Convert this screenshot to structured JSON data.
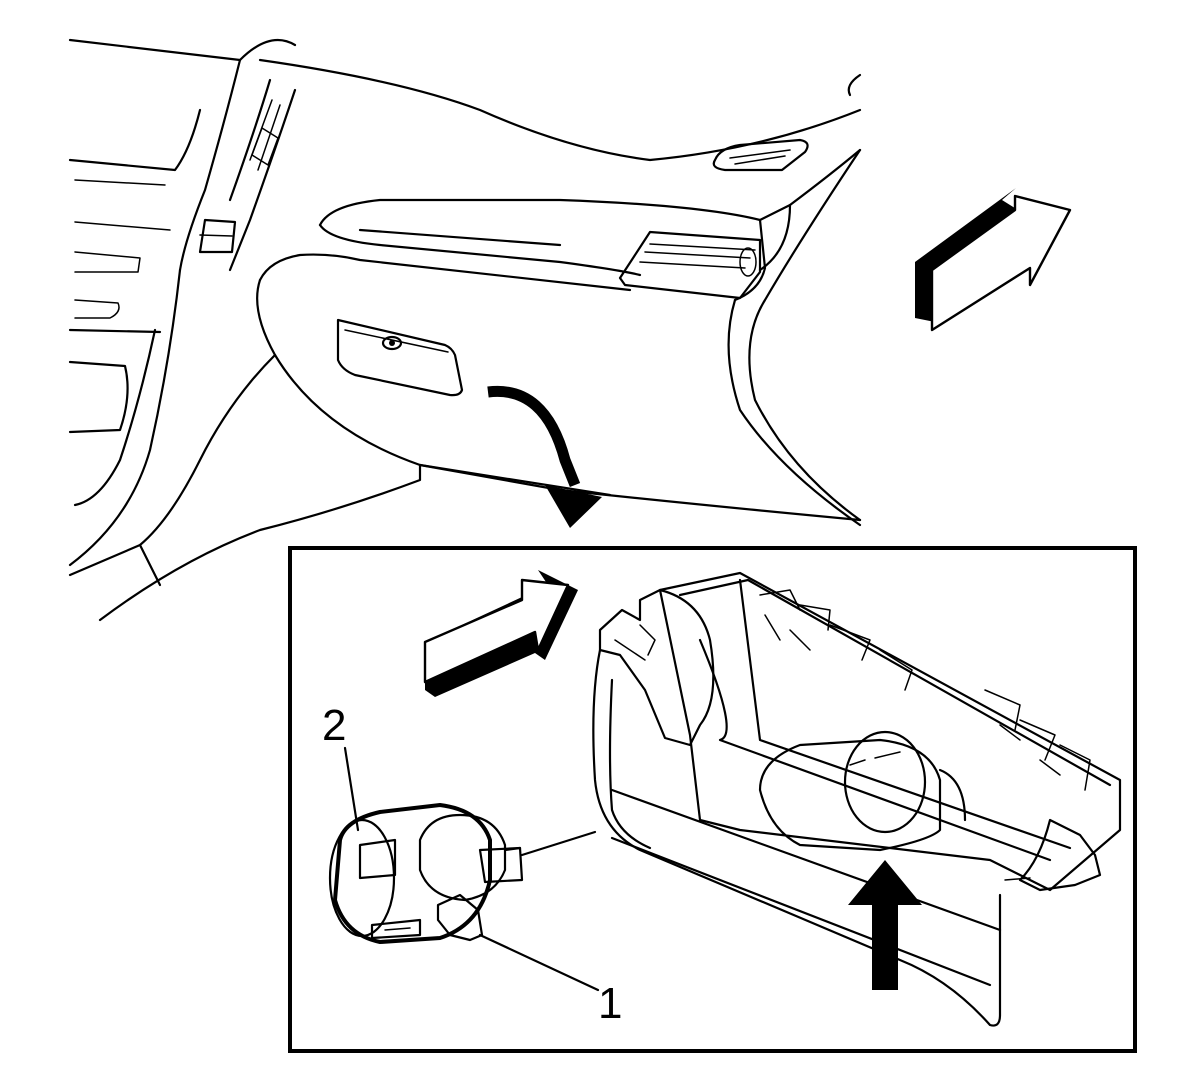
{
  "callouts": [
    {
      "id": "1",
      "label": "1"
    },
    {
      "id": "2",
      "label": "2"
    }
  ],
  "colors": {
    "line": "#000000",
    "background": "#ffffff"
  },
  "icons": [
    "arrow-forward-icon",
    "arrow-down-curved-icon",
    "arrow-up-icon"
  ]
}
